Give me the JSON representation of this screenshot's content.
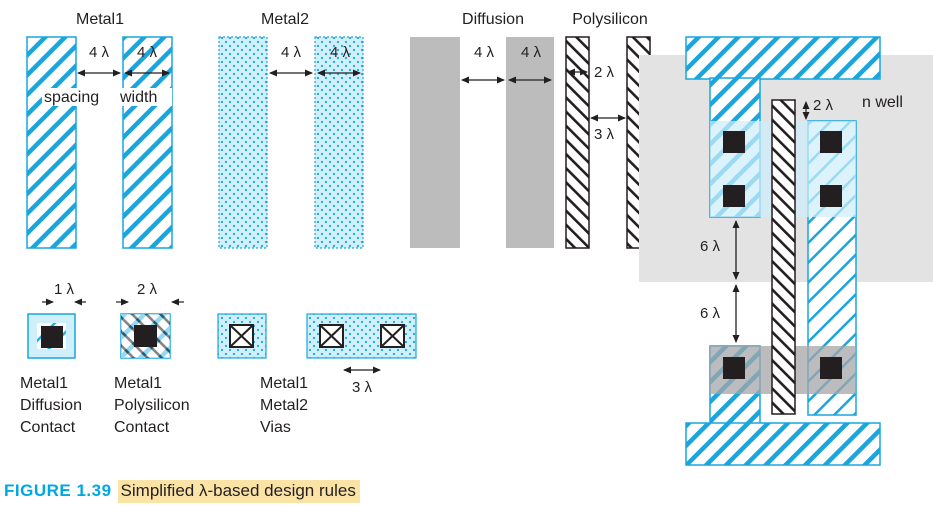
{
  "colors": {
    "metal": "#1aa6dd",
    "metal_fill": "#cfeffb",
    "diffusion": "#bcbcbd",
    "nwell": "#e3e3e4",
    "poly": "#231f20",
    "contact": "#231f20",
    "caption_accent": "#00a8e1",
    "caption_highlight": "#fbe3a6"
  },
  "layers": {
    "metal1": "Metal1",
    "metal2": "Metal2",
    "diffusion": "Diffusion",
    "polysilicon": "Polysilicon",
    "nwell": "n well"
  },
  "dimensions": {
    "m1_spacing": "4 λ",
    "m1_width": "4 λ",
    "m1_spacing_label": "spacing",
    "m1_width_label": "width",
    "m2_spacing": "4 λ",
    "m2_width": "4 λ",
    "diff_spacing": "4 λ",
    "diff_width": "4 λ",
    "poly_width": "2 λ",
    "poly_spacing": "3 λ",
    "contact_surround_m1": "1 λ",
    "contact_surround_poly": "2 λ",
    "via_spacing": "3 λ",
    "gate_overhang": "2 λ",
    "upper_gap": "6 λ",
    "lower_gap": "6 λ"
  },
  "contacts": {
    "diff_contact": [
      "Metal1",
      "Diffusion",
      "Contact"
    ],
    "poly_contact": [
      "Metal1",
      "Polysilicon",
      "Contact"
    ],
    "vias": [
      "Metal1",
      "Metal2",
      "Vias"
    ]
  },
  "caption": {
    "number": "FIGURE 1.39",
    "text": "Simplified λ-based design rules"
  }
}
